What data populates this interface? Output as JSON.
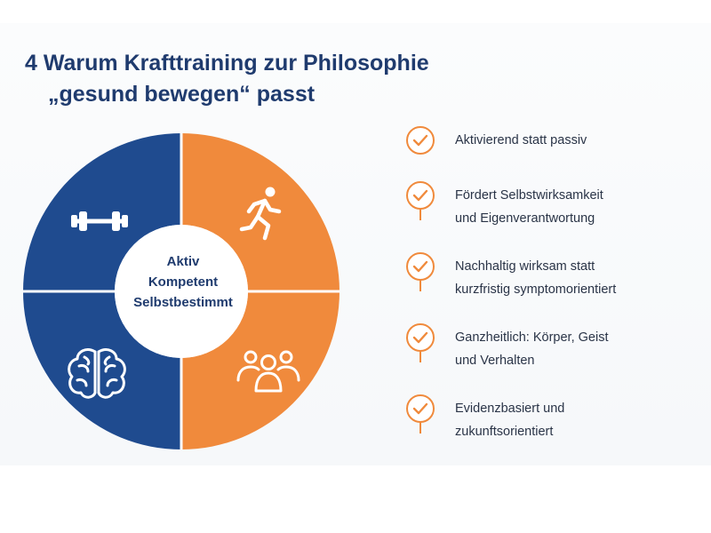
{
  "title": {
    "line1": "4 Warum Krafttraining zur Philosophie",
    "line2": "„gesund bewegen“ passt"
  },
  "colors": {
    "navy": "#1f4b8f",
    "orange": "#f08a3c",
    "title": "#1f3b6e",
    "text": "#2a3447"
  },
  "circle": {
    "center_lines": [
      "Aktiv",
      "Kompetent",
      "Selbstbestimmt"
    ],
    "segments": [
      {
        "position": "top-left",
        "color": "navy",
        "icon": "dumbbell-icon"
      },
      {
        "position": "top-right",
        "color": "orange",
        "icon": "running-person-icon"
      },
      {
        "position": "bottom-left",
        "color": "navy",
        "icon": "brain-icon"
      },
      {
        "position": "bottom-right",
        "color": "orange",
        "icon": "group-people-icon"
      }
    ]
  },
  "benefits": [
    {
      "icon": "check-pin-icon",
      "lines": [
        "Aktivierend statt passiv"
      ]
    },
    {
      "icon": "check-pin-icon",
      "lines": [
        "Fördert Selbstwirksamkeit",
        "und Eigenverantwortung"
      ]
    },
    {
      "icon": "check-pin-icon",
      "lines": [
        "Nachhaltig wirksam statt",
        "kurzfristig symptomorientiert"
      ]
    },
    {
      "icon": "check-pin-icon",
      "lines": [
        "Ganzheitlich: Körper, Geist",
        "und Verhalten"
      ]
    },
    {
      "icon": "check-pin-icon",
      "lines": [
        "Evidenzbasiert und",
        "zukunftsorientiert"
      ]
    }
  ]
}
